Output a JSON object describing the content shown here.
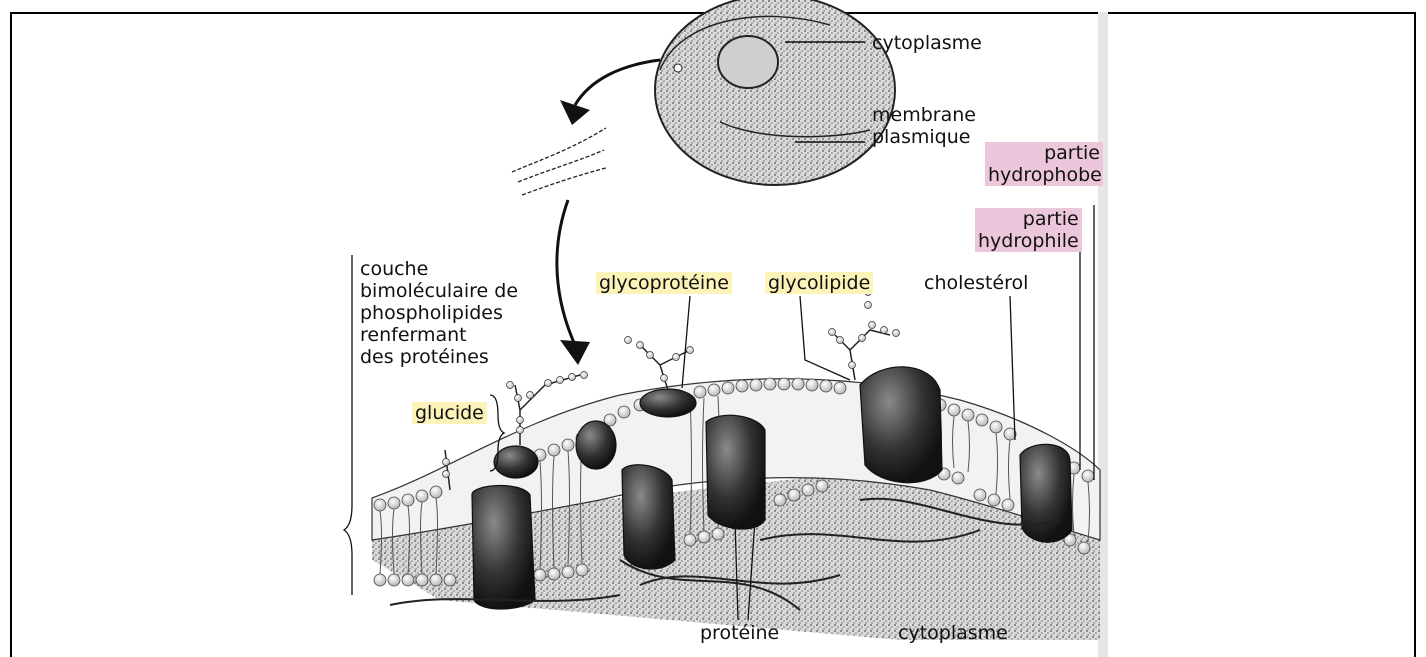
{
  "labels": {
    "cytoplasme_top": "cytoplasme",
    "membrane_plasmique": "membrane\nplasmique",
    "partie_hydrophobe": "partie\nhydrophobe",
    "partie_hydrophile": "partie\nhydrophile",
    "couche": "couche\nbimoléculaire de\nphospholipides\nrenfermant\ndes protéines",
    "glycoproteine": "glycoprotéine",
    "glycolipide": "glycolipide",
    "cholesterol": "cholestérol",
    "glucide": "glucide",
    "proteine": "protéine",
    "cytoplasme_bottom": "cytoplasme"
  },
  "colors": {
    "highlight_yellow": "#fbf3b8",
    "highlight_pink": "#ecc7dc",
    "ink": "#111111"
  }
}
